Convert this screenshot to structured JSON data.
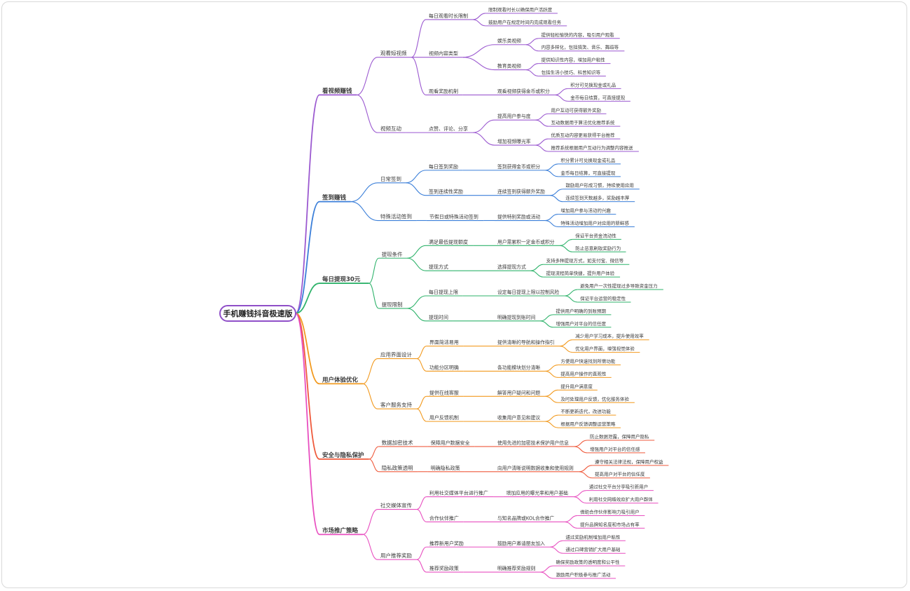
{
  "mindmap": {
    "root": "手机赚钱抖音极速版",
    "branches": [
      {
        "label": "看视频赚钱",
        "color": "#9b59d0",
        "children": [
          {
            "label": "观看短视频",
            "children": [
              {
                "label": "每日观看时长限制",
                "leaves": [
                  "限制观看时长以确保用户活跃度",
                  "鼓励用户在规定时间内完成观看任务"
                ]
              },
              {
                "label": "视频内容类型",
                "children": [
                  {
                    "label": "娱乐类视频",
                    "leaves": [
                      "提供轻松愉快的内容，吸引用户观看",
                      "内容多样化，包括搞笑、音乐、舞蹈等"
                    ]
                  },
                  {
                    "label": "教育类视频",
                    "leaves": [
                      "提供知识性内容，增加用户粘性",
                      "包括生活小技巧、科普知识等"
                    ]
                  }
                ]
              },
              {
                "label": "观看奖励机制",
                "children": [
                  {
                    "label": "观看视频获得金币或积分",
                    "leaves": [
                      "积分可兑换现金或礼品",
                      "金币每日结算，可直接提现"
                    ]
                  }
                ]
              }
            ]
          },
          {
            "label": "视频互动",
            "children": [
              {
                "label": "点赞、评论、分享",
                "children": [
                  {
                    "label": "提高用户参与度",
                    "leaves": [
                      "用户互动可获得额外奖励",
                      "互动数据用于算法优化推荐系统"
                    ]
                  },
                  {
                    "label": "增加视频曝光率",
                    "leaves": [
                      "优质互动内容更易获得平台推荐",
                      "推荐系统根据用户互动行为调整内容推送"
                    ]
                  }
                ]
              }
            ]
          }
        ]
      },
      {
        "label": "签到赚钱",
        "color": "#3b7fd9",
        "children": [
          {
            "label": "日常签到",
            "children": [
              {
                "label": "每日签到奖励",
                "children": [
                  {
                    "label": "签到获得金币或积分",
                    "leaves": [
                      "积分累计可兑换现金或礼品",
                      "金币每日结算，可直接提现"
                    ]
                  }
                ]
              },
              {
                "label": "签到连续性奖励",
                "children": [
                  {
                    "label": "连续签到获得额外奖励",
                    "leaves": [
                      "鼓励用户形成习惯，持续使用应用",
                      "连续签到天数越多，奖励越丰厚"
                    ]
                  }
                ]
              }
            ]
          },
          {
            "label": "特殊活动签到",
            "children": [
              {
                "label": "节假日或特殊活动签到",
                "children": [
                  {
                    "label": "提供特别奖励或活动",
                    "leaves": [
                      "增加用户参与活动的兴趣",
                      "特殊活动增加用户对应用的新鲜感"
                    ]
                  }
                ]
              }
            ]
          }
        ]
      },
      {
        "label": "每日提现30元",
        "color": "#2fb36b",
        "children": [
          {
            "label": "提现条件",
            "children": [
              {
                "label": "满足最低提现额度",
                "children": [
                  {
                    "label": "用户需累积一定金币或积分",
                    "leaves": [
                      "保证平台资金流动性",
                      "防止恶意刷取奖励行为"
                    ]
                  }
                ]
              },
              {
                "label": "提现方式",
                "children": [
                  {
                    "label": "选择提现方式",
                    "leaves": [
                      "支持多种提现方式，如支付宝、微信等",
                      "提现流程简单快捷，提升用户体验"
                    ]
                  }
                ]
              }
            ]
          },
          {
            "label": "提现限制",
            "children": [
              {
                "label": "每日提现上限",
                "children": [
                  {
                    "label": "设定每日提现上限以控制风险",
                    "leaves": [
                      "避免用户一次性提现过多导致资金压力",
                      "保证平台运营的稳定性"
                    ]
                  }
                ]
              },
              {
                "label": "提现时间",
                "children": [
                  {
                    "label": "明确提现到账时间",
                    "leaves": [
                      "提供用户明确的到账预期",
                      "增强用户对平台的信任度"
                    ]
                  }
                ]
              }
            ]
          }
        ]
      },
      {
        "label": "用户体验优化",
        "color": "#f29a1f",
        "children": [
          {
            "label": "应用界面设计",
            "children": [
              {
                "label": "界面简洁易用",
                "children": [
                  {
                    "label": "提供清晰的导航和操作指引",
                    "leaves": [
                      "减少用户学习成本，提升使用效率",
                      "优化用户界面，增强视觉体验"
                    ]
                  }
                ]
              },
              {
                "label": "功能分区明确",
                "children": [
                  {
                    "label": "各功能模块划分清晰",
                    "leaves": [
                      "方便用户快速找到所需功能",
                      "提高用户操作的直观性"
                    ]
                  }
                ]
              }
            ]
          },
          {
            "label": "客户服务支持",
            "children": [
              {
                "label": "提供在线客服",
                "children": [
                  {
                    "label": "解答用户疑问和问题",
                    "leaves": [
                      "提升用户满意度",
                      "及时处理用户反馈，优化服务体验"
                    ]
                  }
                ]
              },
              {
                "label": "用户反馈机制",
                "children": [
                  {
                    "label": "收集用户意见和建议",
                    "leaves": [
                      "不断更新迭代，改进功能",
                      "根据用户反馈调整运营策略"
                    ]
                  }
                ]
              }
            ]
          }
        ]
      },
      {
        "label": "安全与隐私保护",
        "color": "#ef5a3c",
        "children": [
          {
            "label": "数据加密技术",
            "children": [
              {
                "label": "保障用户数据安全",
                "children": [
                  {
                    "label": "使用先进的加密技术保护用户信息",
                    "leaves": [
                      "防止数据泄露，保障用户隐私",
                      "增强用户对平台的信任感"
                    ]
                  }
                ]
              }
            ]
          },
          {
            "label": "隐私政策透明",
            "children": [
              {
                "label": "明确隐私政策",
                "children": [
                  {
                    "label": "向用户清晰说明数据收集和使用规则",
                    "leaves": [
                      "遵守相关法律法规，保障用户权益",
                      "提高用户对平台的信任度"
                    ]
                  }
                ]
              }
            ]
          }
        ]
      },
      {
        "label": "市场推广策略",
        "color": "#e84fc0",
        "children": [
          {
            "label": "社交媒体宣传",
            "children": [
              {
                "label": "利用社交媒体平台进行推广",
                "children": [
                  {
                    "label": "增加应用的曝光率和用户基础",
                    "leaves": [
                      "通过社交平台分享吸引新用户",
                      "利用社交网络效应扩大用户群体"
                    ]
                  }
                ]
              },
              {
                "label": "合作伙伴推广",
                "children": [
                  {
                    "label": "与知名品牌或KOL合作推广",
                    "leaves": [
                      "借助合作伙伴影响力吸引用户",
                      "提升品牌知名度和市场占有率"
                    ]
                  }
                ]
              }
            ]
          },
          {
            "label": "用户推荐奖励",
            "children": [
              {
                "label": "推荐新用户奖励",
                "children": [
                  {
                    "label": "鼓励用户邀请朋友加入",
                    "leaves": [
                      "通过奖励机制增加用户粘性",
                      "通过口碑营销扩大用户基础"
                    ]
                  }
                ]
              },
              {
                "label": "推荐奖励政策",
                "children": [
                  {
                    "label": "明确推荐奖励规则",
                    "leaves": [
                      "确保奖励政策的透明度和公平性",
                      "激励用户积极参与推广活动"
                    ]
                  }
                ]
              }
            ]
          }
        ]
      }
    ]
  }
}
